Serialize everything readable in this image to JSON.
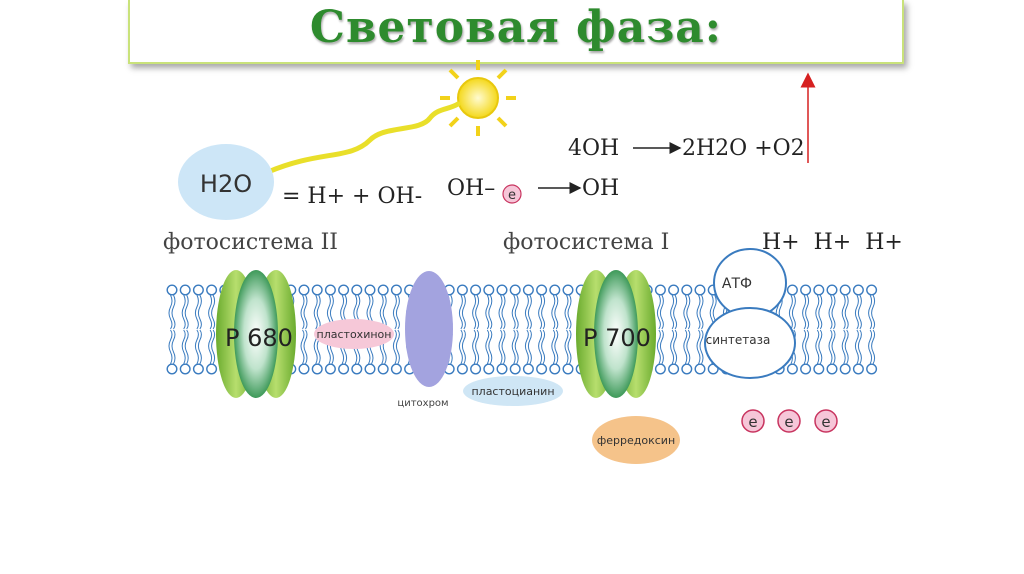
{
  "slide": {
    "title": "Световая фаза:",
    "h2o_bubble": "H2O",
    "dissociation": "= H+ + OH-",
    "reaction_top_left": "4OH",
    "reaction_top_right": "2H2O +O2",
    "oh_minus": "OH–",
    "electron": "e",
    "oh_result": "OH",
    "ps2_label": "фотосистема II",
    "ps1_label": "фотосистема I",
    "protons": "H+  H+  H+",
    "p680": "P 680",
    "p700": "P 700",
    "plastoquinone": "пластохинон",
    "cytochrome": "цитохром",
    "plastocyanin": "пластоцианин",
    "ferredoxin": "ферредоксин",
    "atp_label": "АТФ",
    "synthase_label": "синтетаза"
  },
  "colors": {
    "title": "#2e8b2e",
    "title_border": "#c9e27a",
    "h2o_bubble": "#cde6f7",
    "photosystem": "#8cc63f",
    "photosystem_dark": "#5a9e2e",
    "cytochrome": "#9f9fdc",
    "plastoquinone": "#f6c8d8",
    "plastocyanin": "#cfe6f5",
    "ferredoxin": "#f5c38a",
    "electron": "#e8457a",
    "membrane": "#3a7bbf",
    "sun": "#f7e33c",
    "arrow_red": "#d62020"
  }
}
